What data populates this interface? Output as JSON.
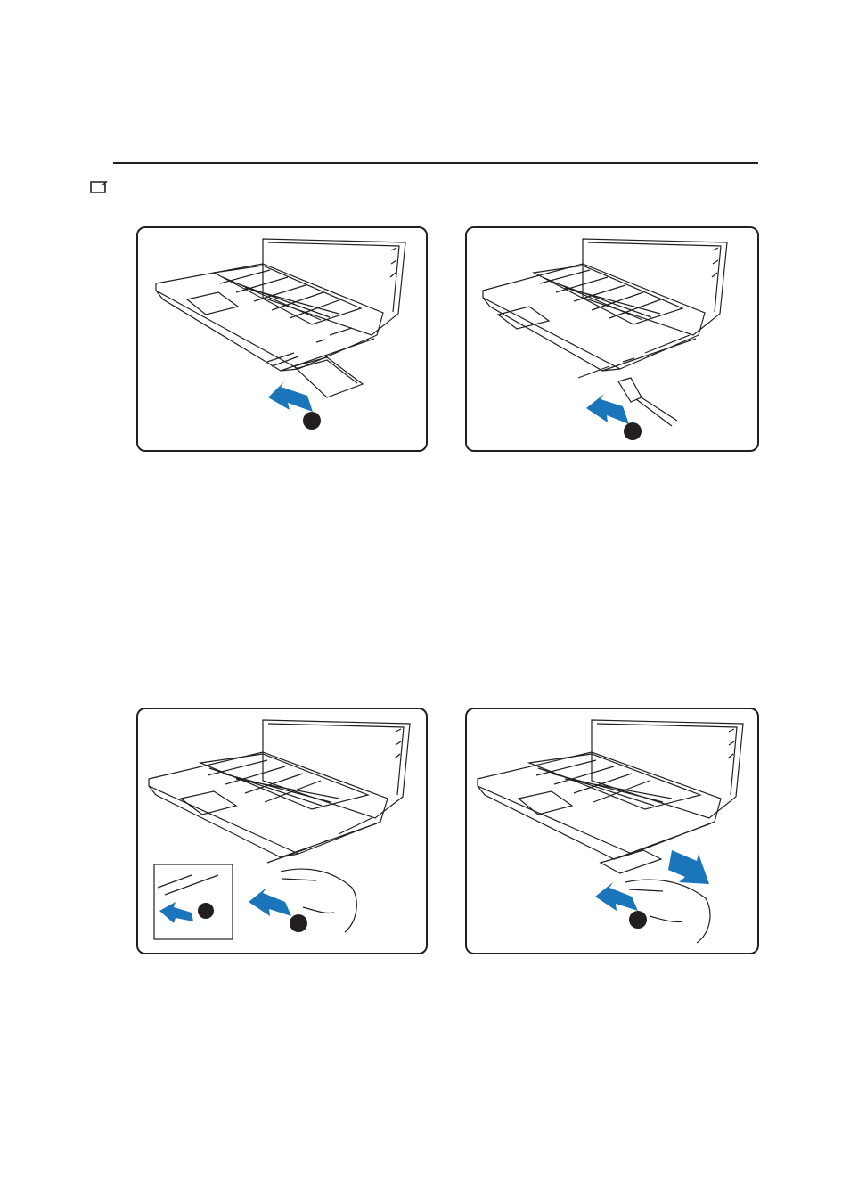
{
  "colors": {
    "line": "#231f20",
    "arrow": "#1a75bb",
    "badge": "#231f20"
  },
  "icons": {
    "margin_icon": "pc-card-slot-icon"
  },
  "figures": [
    {
      "id": "insert-card",
      "icon": "laptop-insert-pc-card"
    },
    {
      "id": "connect-cable",
      "icon": "laptop-connect-cable"
    },
    {
      "id": "eject-button",
      "icon": "laptop-press-eject"
    },
    {
      "id": "remove-card",
      "icon": "laptop-remove-pc-card"
    }
  ]
}
